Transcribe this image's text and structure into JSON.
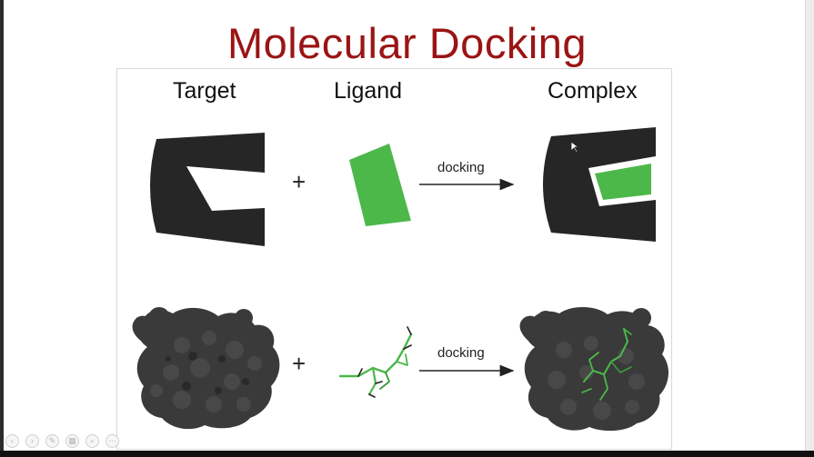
{
  "slide": {
    "title": "Molecular Docking",
    "columns": {
      "target": "Target",
      "ligand": "Ligand",
      "complex": "Complex"
    },
    "plus_symbol": "+",
    "arrow_label_top": "docking",
    "arrow_label_bottom": "docking"
  },
  "colors": {
    "title": "#9b1414",
    "shape": "#262626",
    "ligand": "#4cb84a",
    "protein": "#3a3a3a"
  },
  "controls": [
    {
      "name": "prev-slide-icon",
      "glyph": "‹"
    },
    {
      "name": "next-slide-icon",
      "glyph": "›"
    },
    {
      "name": "pen-icon",
      "glyph": "✎"
    },
    {
      "name": "slides-icon",
      "glyph": "▦"
    },
    {
      "name": "zoom-icon",
      "glyph": "⌕"
    },
    {
      "name": "more-options-icon",
      "glyph": "⋯"
    }
  ]
}
